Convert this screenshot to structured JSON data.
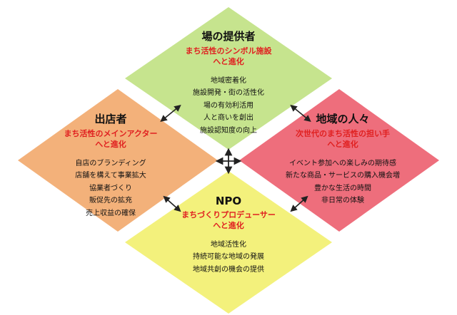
{
  "colors": {
    "top": "#c6e48e",
    "left": "#f3b17a",
    "right": "#ee6e7c",
    "bottom": "#f3f17c",
    "role_text": "#e02020",
    "arrow": "#222222"
  },
  "top": {
    "title": "場の提供者",
    "role": "まち活性のシンボル施設\nへと進化",
    "items": [
      "地域密着化",
      "施設開発・街の活性化",
      "場の有効利活用",
      "人と商いを創出",
      "施設認知度の向上"
    ]
  },
  "left": {
    "title": "出店者",
    "role": "まち活性のメインアクター\nへと進化",
    "items": [
      "自店のブランディング",
      "店舗を構えて事業拡大",
      "協業者づくり",
      "販促先の拡充",
      "売上収益の確保"
    ]
  },
  "right": {
    "title": "地域の人々",
    "role": "次世代のまち活性の担い手\nへと進化",
    "items": [
      "イベント参加への楽しみの期待感",
      "新たな商品・サービスの購入機会増",
      "豊かな生活の時間",
      "非日常の体験"
    ]
  },
  "bottom": {
    "title": "NPO",
    "role": "まちづくりプロデューサー\nへと進化",
    "items": [
      "地域活性化",
      "持続可能な地域の発展",
      "地域共創の機会の提供"
    ]
  }
}
